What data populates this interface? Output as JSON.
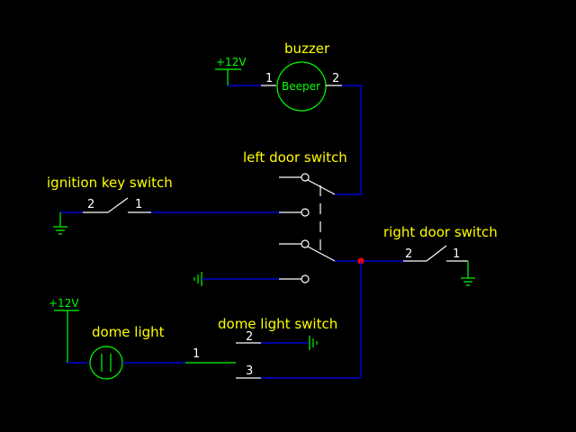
{
  "labels": {
    "buzzer": "buzzer",
    "beeper": "Beeper",
    "left_door_switch": "left door switch",
    "ignition_key_switch": "ignition key switch",
    "right_door_switch": "right door switch",
    "dome_light": "dome light",
    "dome_light_switch": "dome light switch",
    "plus12v_top": "+12V",
    "plus12v_left": "+12V"
  },
  "pins": {
    "buzzer_pin1": "1",
    "buzzer_pin2": "2",
    "ignition_pin2": "2",
    "ignition_pin1": "1",
    "right_door_pin2": "2",
    "right_door_pin1": "1",
    "dome_light_pin1": "1",
    "dome_switch_pin2": "2",
    "dome_switch_pin3": "3"
  },
  "colors": {
    "background": "#000000",
    "wire": "#0000ff",
    "component": "#ffffff",
    "power_and_lamp": "#00ff00",
    "label": "#ffff00",
    "junction": "#ff0000"
  }
}
